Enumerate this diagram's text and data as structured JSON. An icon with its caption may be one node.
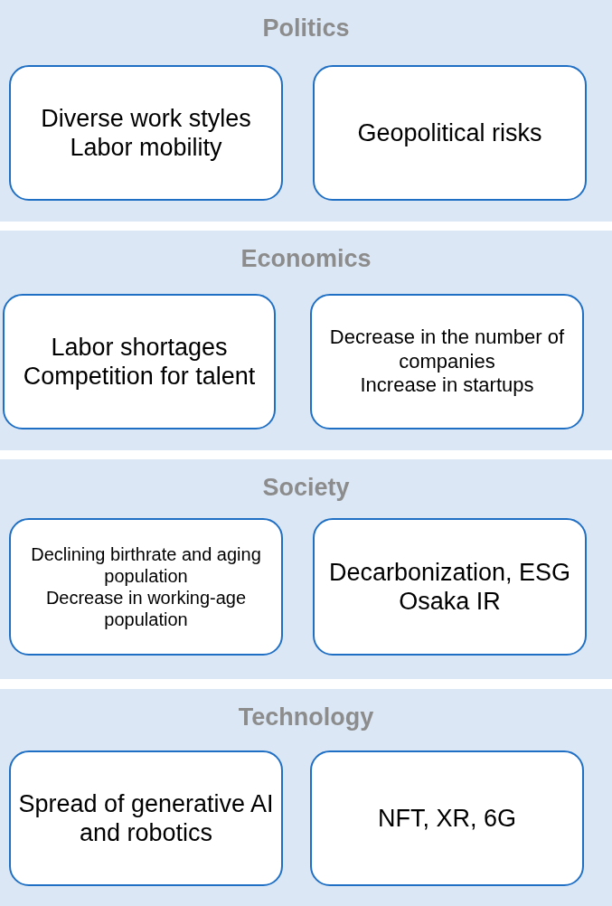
{
  "diagram": {
    "nodes": [
      {
        "text": [
          "Politics"
        ]
      },
      {
        "text": [
          "Diverse work styles",
          "Labor mobility"
        ],
        "in": 0
      },
      {
        "text": [
          "Geopolitical risks"
        ],
        "in": 0
      },
      {
        "text": [
          "Economics"
        ]
      },
      {
        "text": [
          "Labor shortages",
          "Competition for talent"
        ],
        "in": 3
      },
      {
        "text": [
          "Decrease in the number of companies",
          "Increase in startups"
        ],
        "in": 3
      },
      {
        "text": [
          "Society"
        ]
      },
      {
        "text": [
          "Declining birthrate and aging population",
          "Decrease in working-age population"
        ],
        "in": 6
      },
      {
        "text": [
          "Decarbonization, ESG",
          "Osaka IR"
        ],
        "in": 6
      },
      {
        "text": [
          "Technology"
        ]
      },
      {
        "text": [
          "Spread of generative AI and robotics"
        ],
        "in": 9
      },
      {
        "text": [
          "NFT, XR, 6G"
        ],
        "in": 9
      }
    ]
  }
}
